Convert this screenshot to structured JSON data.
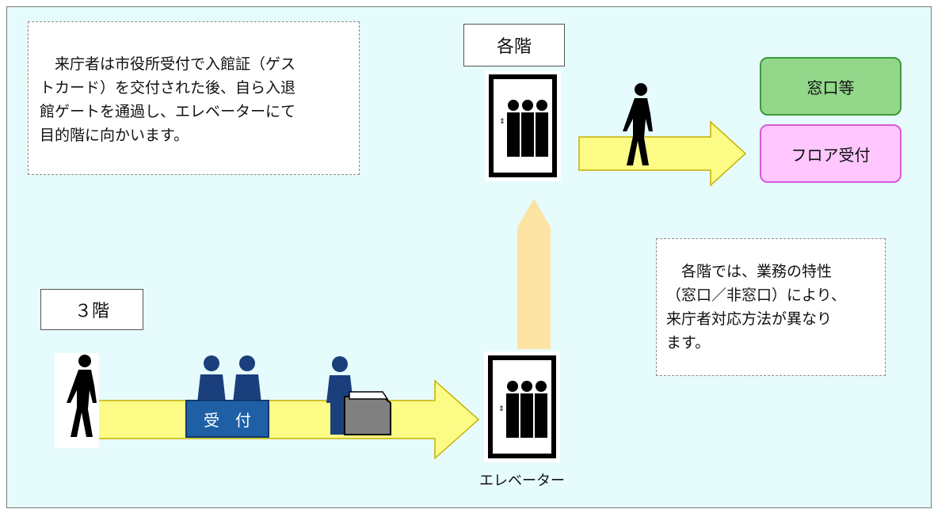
{
  "intro_note": {
    "lines": [
      "　来庁者は市役所受付で入館証（ゲス",
      "トカード）を交付された後、自ら入退",
      "館ゲートを通過し、エレベーターにて",
      "目的階に向かいます。"
    ]
  },
  "floor_note": {
    "lines": [
      "　各階では、業務の特性",
      "（窓口／非窓口）により、",
      "来庁者対応方法が異なり",
      "ます。"
    ]
  },
  "labels": {
    "floor_3": "３階",
    "each_floor": "各階",
    "reception_desk": "受　付",
    "elevator": "エレベーター",
    "counter": "窓口等",
    "floor_reception": "フロア受付"
  },
  "colors": {
    "background": "#e6fbfc",
    "arrow_yellow": "#fbfb86",
    "arrow_outline": "#c8b000",
    "up_arrow": "#fde3a3",
    "counter_fill": "#92d78a",
    "counter_border": "#3f9a3a",
    "floor_reception_fill": "#ffc6ff",
    "floor_reception_border": "#d65ad6",
    "reception_desk": "#1f5fa6",
    "person_navy": "#1b3f7c"
  }
}
